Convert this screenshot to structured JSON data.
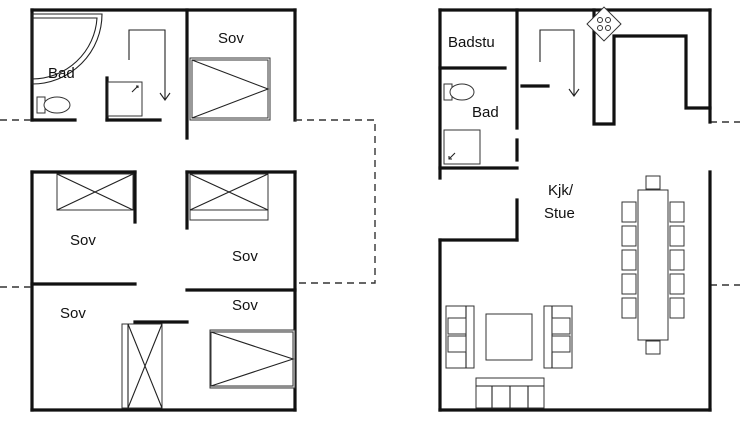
{
  "rooms": {
    "left_bath": "Bad",
    "left_bed_top": "Sov",
    "left_bed_mid_left": "Sov",
    "left_bed_mid_right": "Sov",
    "left_bed_bottom_left": "Sov",
    "left_bed_bottom_right": "Sov",
    "sauna": "Badstu",
    "right_bath": "Bad",
    "kitchen_living_line1": "Kjk/",
    "kitchen_living_line2": "Stue"
  }
}
